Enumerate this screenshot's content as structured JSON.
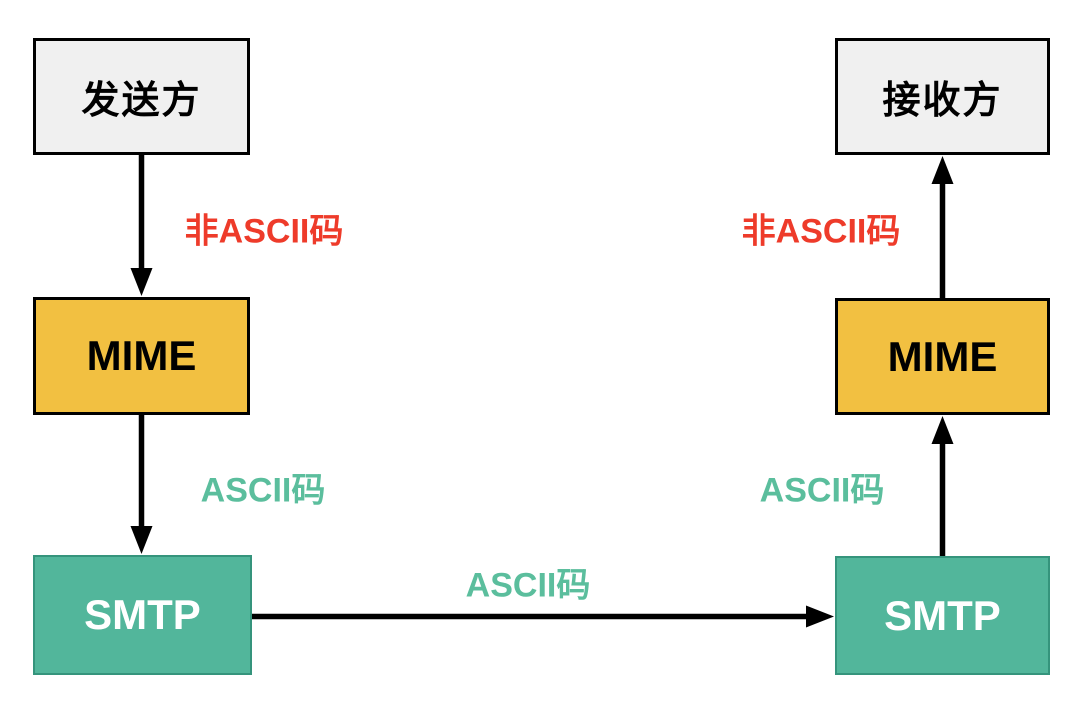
{
  "diagram": {
    "title": "MIME / SMTP email transfer flow",
    "nodes": {
      "sender": {
        "label": "发送方",
        "type": "endpoint"
      },
      "receiver": {
        "label": "接收方",
        "type": "endpoint"
      },
      "mime_left": {
        "label": "MIME",
        "type": "mime"
      },
      "mime_right": {
        "label": "MIME",
        "type": "mime"
      },
      "smtp_left": {
        "label": "SMTP",
        "type": "smtp"
      },
      "smtp_right": {
        "label": "SMTP",
        "type": "smtp"
      }
    },
    "edges": [
      {
        "from": "sender",
        "to": "mime_left",
        "label": "非ASCII码",
        "direction": "down"
      },
      {
        "from": "mime_left",
        "to": "smtp_left",
        "label": "ASCII码",
        "direction": "down"
      },
      {
        "from": "smtp_left",
        "to": "smtp_right",
        "label": "ASCII码",
        "direction": "right"
      },
      {
        "from": "smtp_right",
        "to": "mime_right",
        "label": "ASCII码",
        "direction": "up"
      },
      {
        "from": "mime_right",
        "to": "receiver",
        "label": "非ASCII码",
        "direction": "up"
      }
    ],
    "edge_labels": {
      "non_ascii_left": "非ASCII码",
      "ascii_left": "ASCII码",
      "ascii_middle": "ASCII码",
      "ascii_right": "ASCII码",
      "non_ascii_right": "非ASCII码"
    },
    "colors": {
      "endpoint_fill": "#f0f0f0",
      "node_border": "#000000",
      "mime_fill": "#f2c041",
      "smtp_fill": "#52b69b",
      "smtp_border": "#35947c",
      "non_ascii_text": "#ee3b2a",
      "ascii_text": "#5bbe9d",
      "arrow": "#000000"
    }
  }
}
